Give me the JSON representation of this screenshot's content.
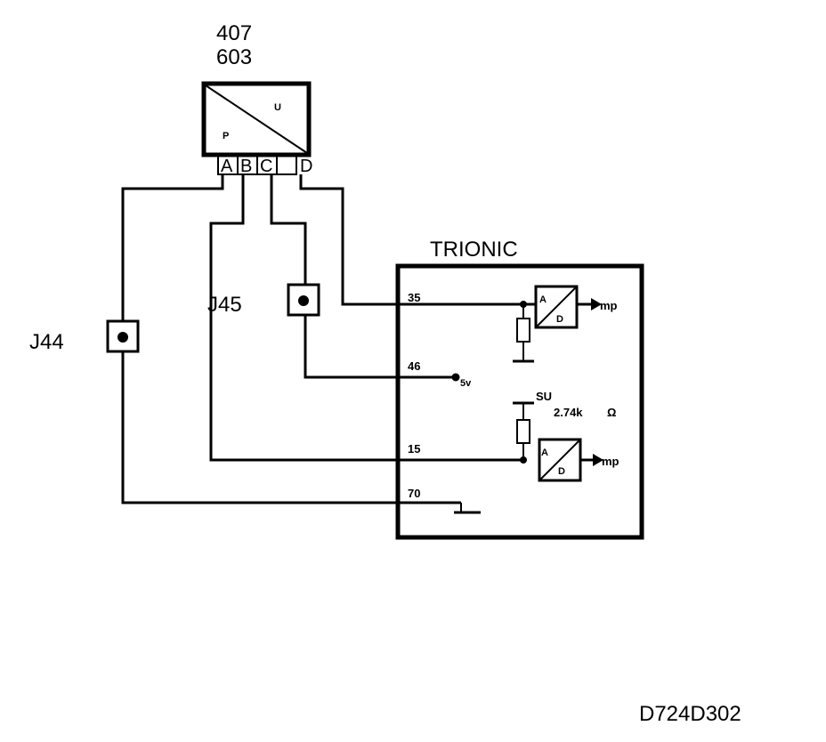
{
  "sensor": {
    "line1": "407",
    "line2": "603",
    "label_p": "P",
    "label_u": "U",
    "pins": [
      "A",
      "B",
      "C",
      "D"
    ]
  },
  "connectors": {
    "j44": "J44",
    "j45": "J45"
  },
  "ecu": {
    "title": "TRIONIC",
    "pins": [
      "35",
      "46",
      "15",
      "70"
    ],
    "supply": "5v",
    "su": "SU",
    "resistor_value": "2.74k",
    "ohm": "Ω",
    "adc_in": "A",
    "adc_out": "D",
    "mp_label": "mp"
  },
  "diagram_id": "D724D302"
}
